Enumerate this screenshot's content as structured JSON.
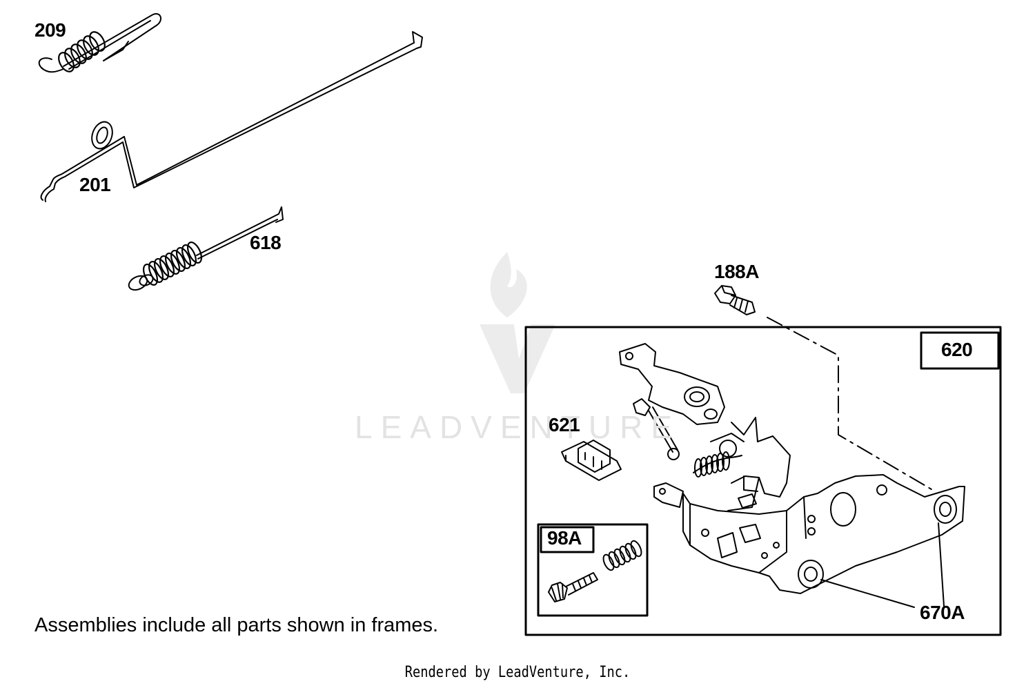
{
  "watermark": {
    "brand_text": "LEADVENTURE"
  },
  "callouts": {
    "p209": "209",
    "p201": "201",
    "p618": "618",
    "p188A": "188A",
    "p620": "620",
    "p621": "621",
    "p98A": "98A",
    "p670A": "670A"
  },
  "note": "Assemblies include all parts shown in frames.",
  "footer": "Rendered by LeadVenture, Inc."
}
